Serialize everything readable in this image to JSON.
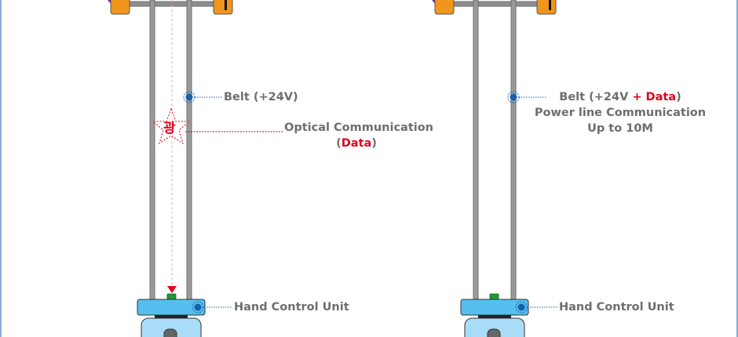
{
  "colors": {
    "rail": "#9a9a9a",
    "rail_edge": "#6f6f6f",
    "clamp": "#f0961e",
    "clamp_edge": "#555555",
    "hand_unit": "#55bfef",
    "hand_base": "#a8dcf7",
    "connector": "#1a5fa8",
    "optical_red": "#e0001b",
    "label_gray": "#6e6e6e",
    "led_green": "#1f9a3c",
    "border": "#8aaccb"
  },
  "left_panel": {
    "belt_label": "Belt (+24V)",
    "optical_label_line1": "Optical Communication",
    "optical_open_paren": "(",
    "optical_data": "Data",
    "optical_close_paren": ")",
    "star_glyph": "광",
    "hand_unit_label": "Hand Control Unit"
  },
  "right_panel": {
    "belt_prefix": "Belt (+24V ",
    "belt_plus_data": "+ Data",
    "belt_suffix": ")",
    "power_line_label": "Power line Communication",
    "range_label": "Up to 10M",
    "hand_unit_label": "Hand Control Unit"
  }
}
